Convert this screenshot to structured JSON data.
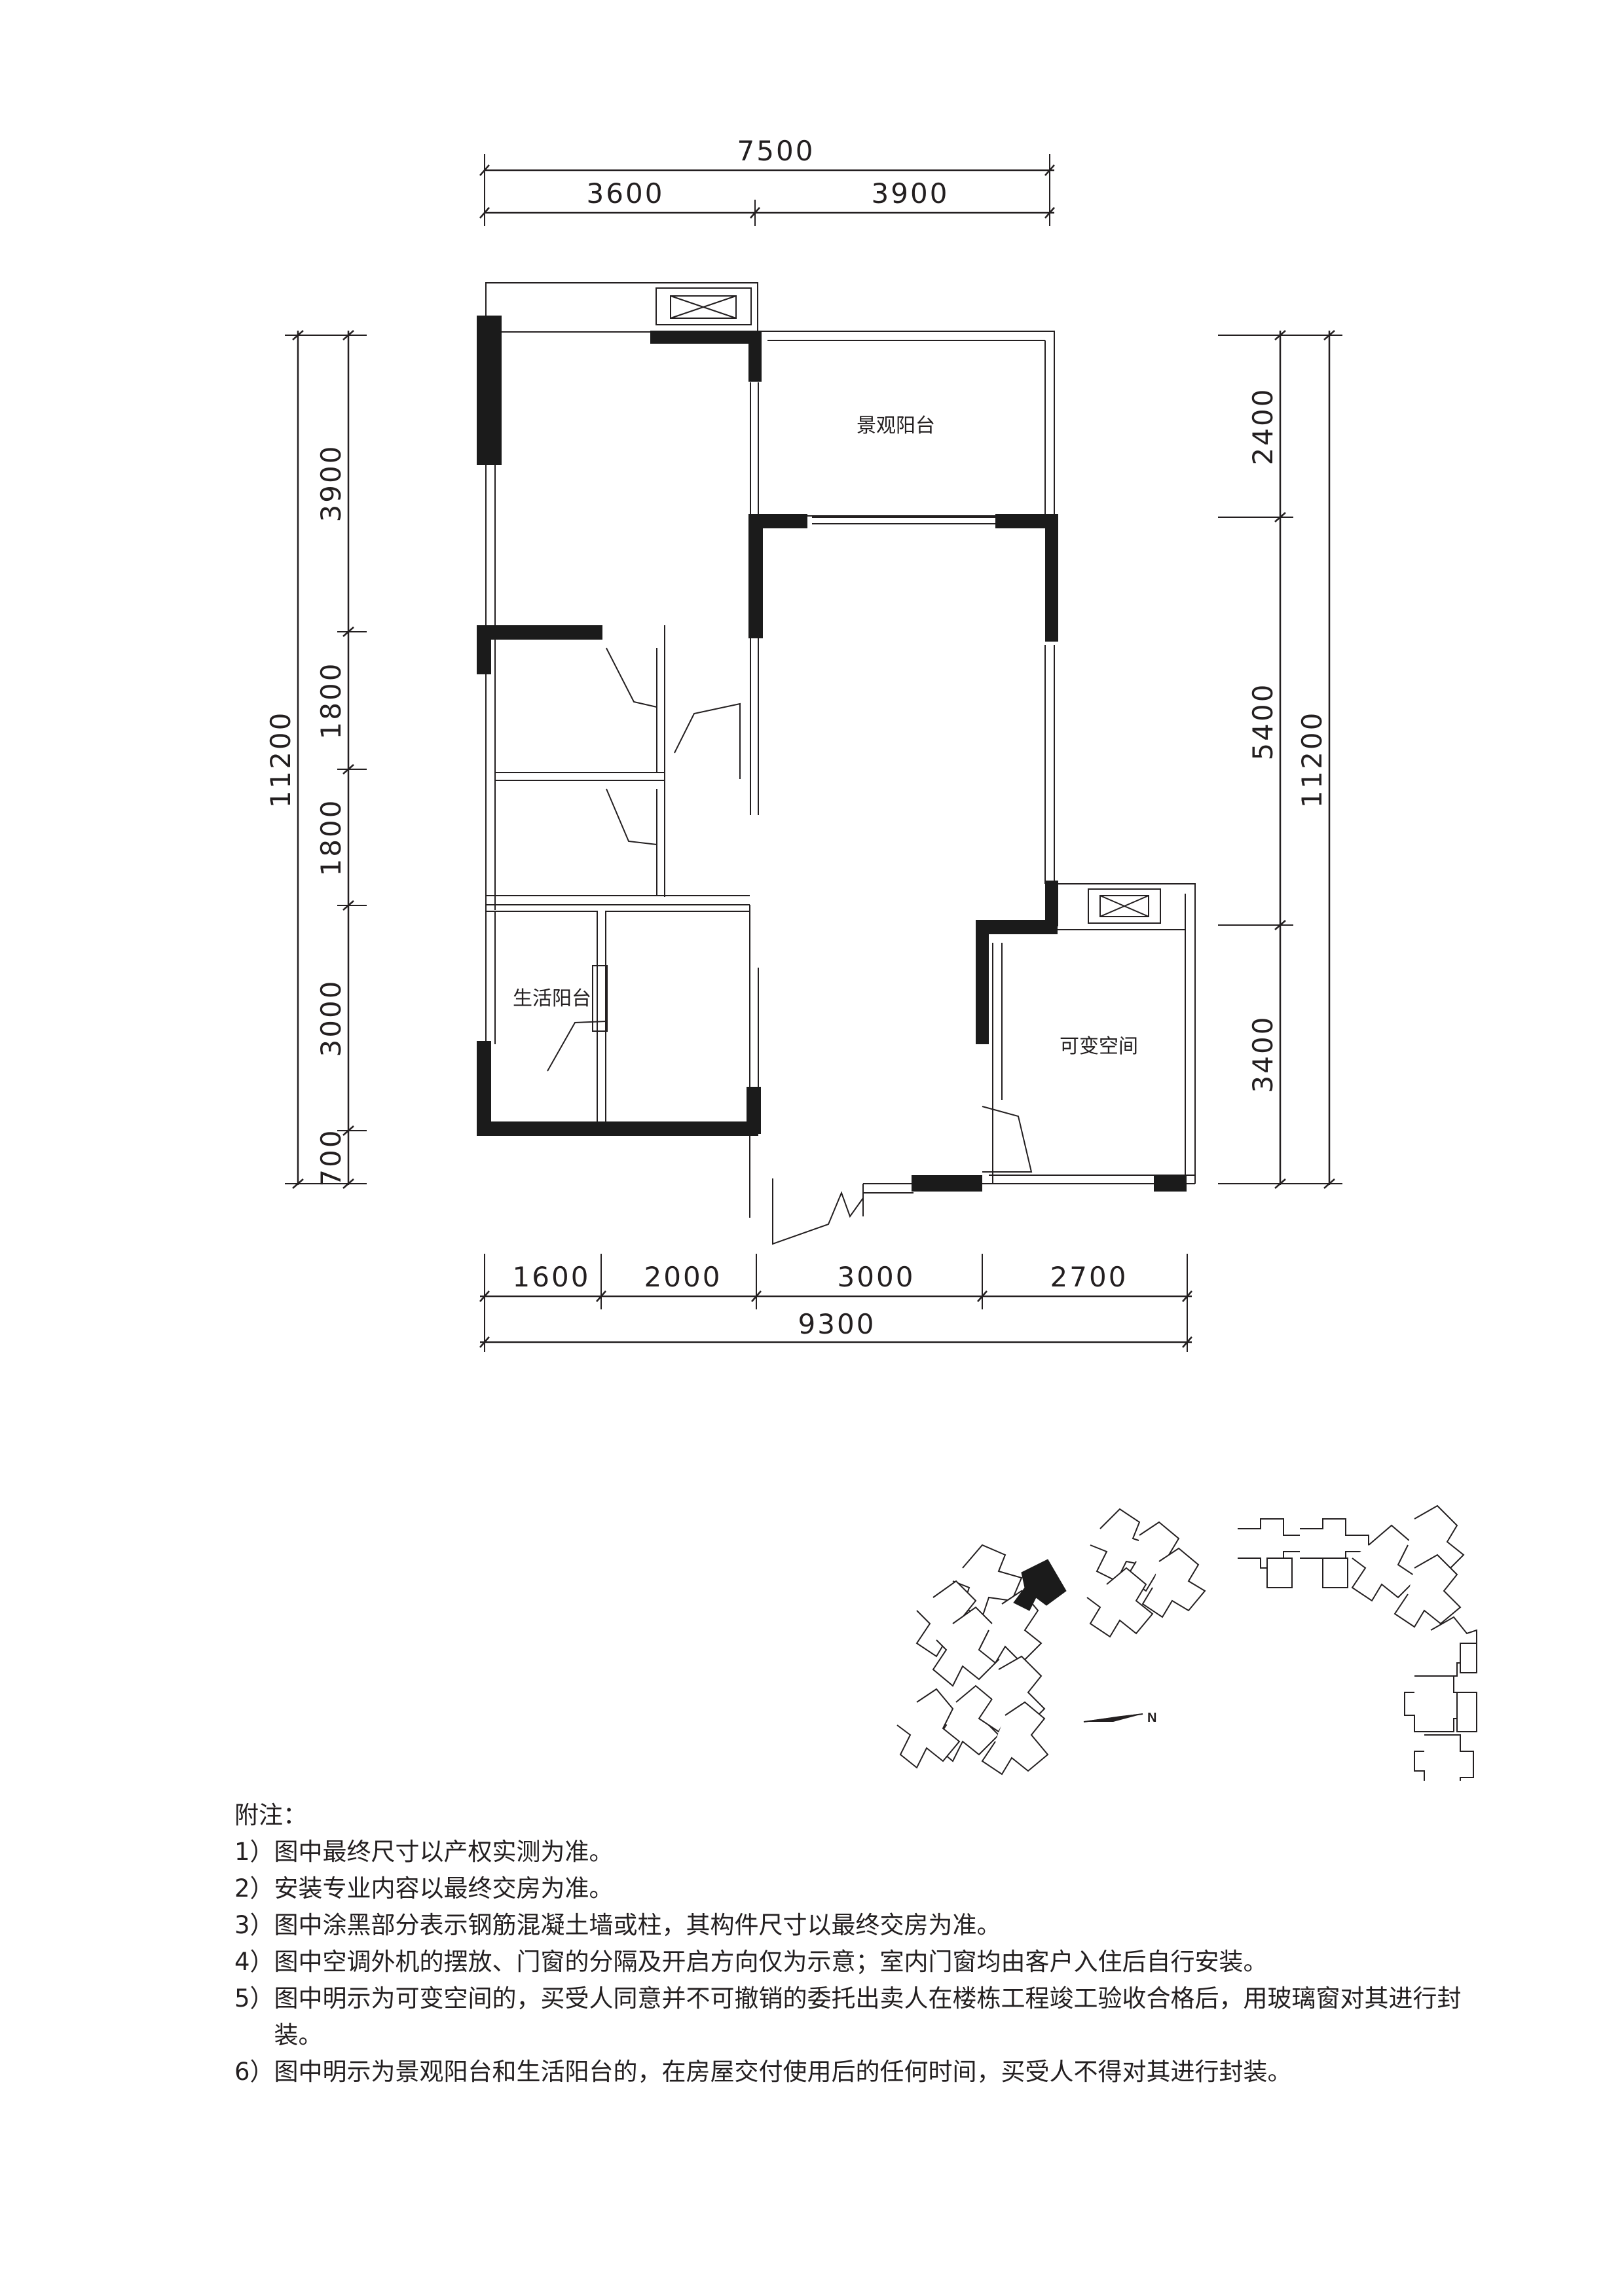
{
  "dimensions": {
    "top_total": "7500",
    "top_left": "3600",
    "top_right": "3900",
    "left_total": "11200",
    "left_1": "3900",
    "left_2": "1800",
    "left_3": "1800",
    "left_4": "3000",
    "left_5": "700",
    "right_total": "11200",
    "right_1": "2400",
    "right_2": "5400",
    "right_3": "3400",
    "bottom_total": "9300",
    "bottom_1": "1600",
    "bottom_2": "2000",
    "bottom_3": "3000",
    "bottom_4": "2700"
  },
  "rooms": {
    "landscape_balcony": "景观阳台",
    "service_balcony": "生活阳台",
    "flexible_space": "可变空间"
  },
  "site_plan": {
    "north_label": "N"
  },
  "notes": {
    "heading": "附注：",
    "items": [
      {
        "num": "1）",
        "text": "图中最终尺寸以产权实测为准。"
      },
      {
        "num": "2）",
        "text": "安装专业内容以最终交房为准。"
      },
      {
        "num": "3）",
        "text": "图中涂黑部分表示钢筋混凝土墙或柱，其构件尺寸以最终交房为准。"
      },
      {
        "num": "4）",
        "text": "图中空调外机的摆放、门窗的分隔及开启方向仅为示意；室内门窗均由客户入住后自行安装。"
      },
      {
        "num": "5）",
        "text": "图中明示为可变空间的，买受人同意并不可撤销的委托出卖人在楼栋工程竣工验收合格后，用玻璃窗对其进行封装。"
      },
      {
        "num": "6）",
        "text": "图中明示为景观阳台和生活阳台的，在房屋交付使用后的任何时间，买受人不得对其进行封装。"
      }
    ]
  }
}
